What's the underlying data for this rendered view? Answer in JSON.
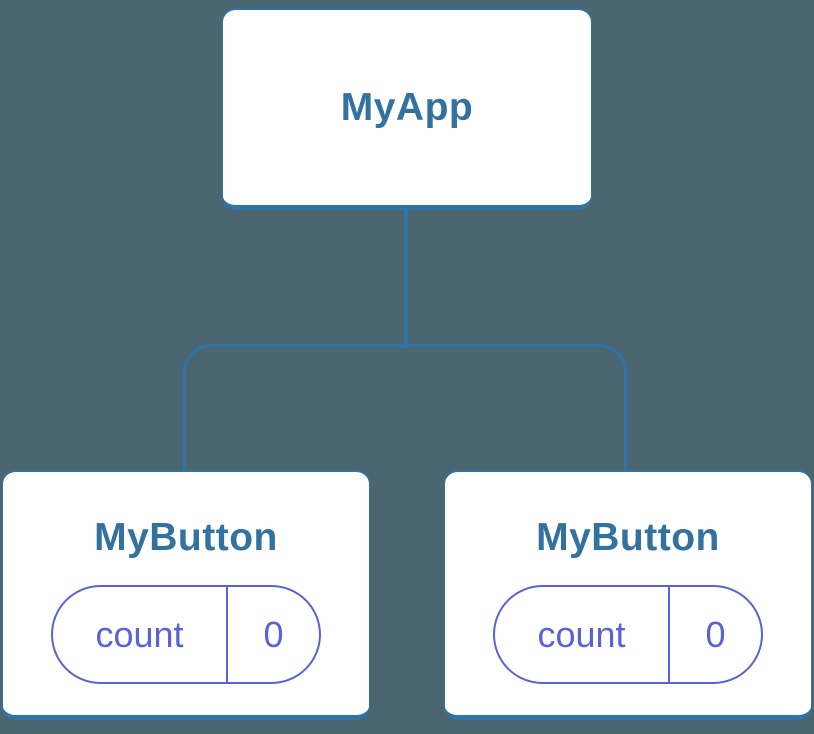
{
  "colors": {
    "background": "#4B6671",
    "connector": "#2E74A6",
    "node-border": "#2E74A6",
    "node-title": "#33719F",
    "state-accent": "#5A62D6",
    "node-bg": "#FFFFFF"
  },
  "tree": {
    "root": {
      "label": "MyApp"
    },
    "children": [
      {
        "label": "MyButton",
        "state": {
          "name": "count",
          "value": "0"
        }
      },
      {
        "label": "MyButton",
        "state": {
          "name": "count",
          "value": "0"
        }
      }
    ]
  }
}
